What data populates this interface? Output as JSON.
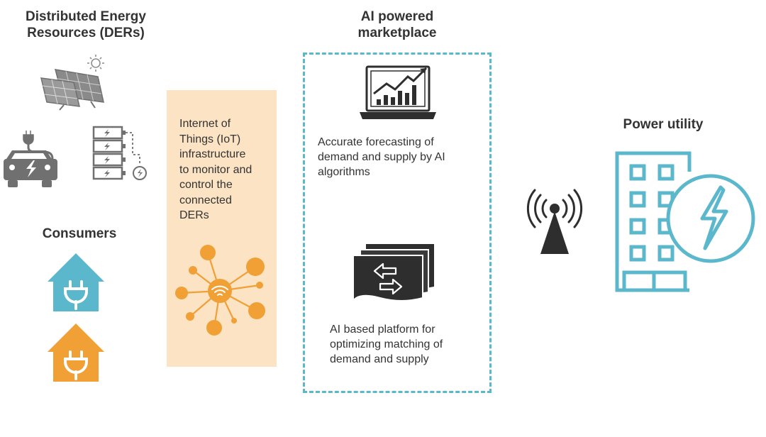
{
  "ders": {
    "title_line1": "Distributed Energy",
    "title_line2": "Resources (DERs)"
  },
  "consumers": {
    "title": "Consumers"
  },
  "iot": {
    "lines": [
      "Internet of",
      "Things (IoT)",
      "infrastructure",
      "to monitor and",
      "control the",
      "connected",
      "DERs"
    ]
  },
  "marketplace": {
    "title_line1": "AI powered",
    "title_line2": "marketplace",
    "forecast_lines": [
      "Accurate forecasting of",
      "demand and supply by AI",
      "algorithms"
    ],
    "platform_lines": [
      "AI based platform for",
      "optimizing matching of",
      "demand and supply"
    ]
  },
  "utility": {
    "title": "Power utility"
  },
  "colors": {
    "teal": "#5bb7cc",
    "orange": "#f0a035",
    "iot_bg": "#fbe3c4",
    "gray_icon": "#707070",
    "dark_icon": "#2e2e2e"
  },
  "icons": [
    "solar-panel-icon",
    "sun-icon",
    "electric-car-icon",
    "battery-storage-icon",
    "house-plug-icon",
    "iot-network-icon",
    "wifi-icon",
    "laptop-chart-icon",
    "exchange-platform-icon",
    "antenna-icon",
    "building-icon",
    "lightning-icon"
  ]
}
